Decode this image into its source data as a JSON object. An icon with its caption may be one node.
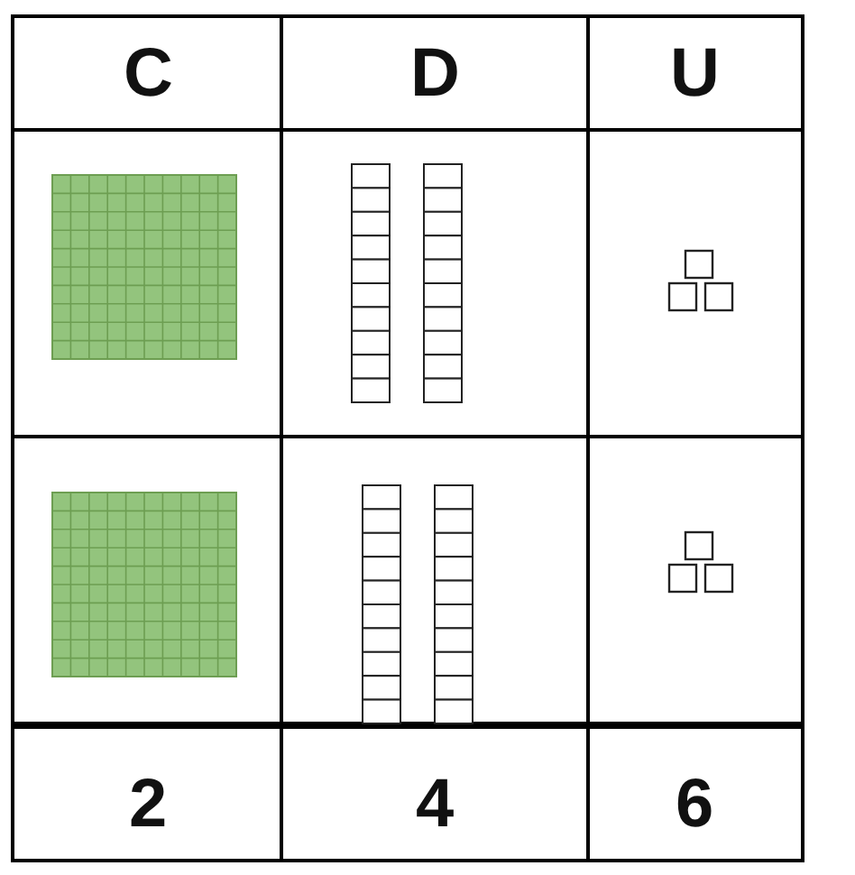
{
  "diagram": {
    "labels": [
      "C",
      "D",
      "U",
      "2",
      "4",
      "6"
    ]
  }
}
